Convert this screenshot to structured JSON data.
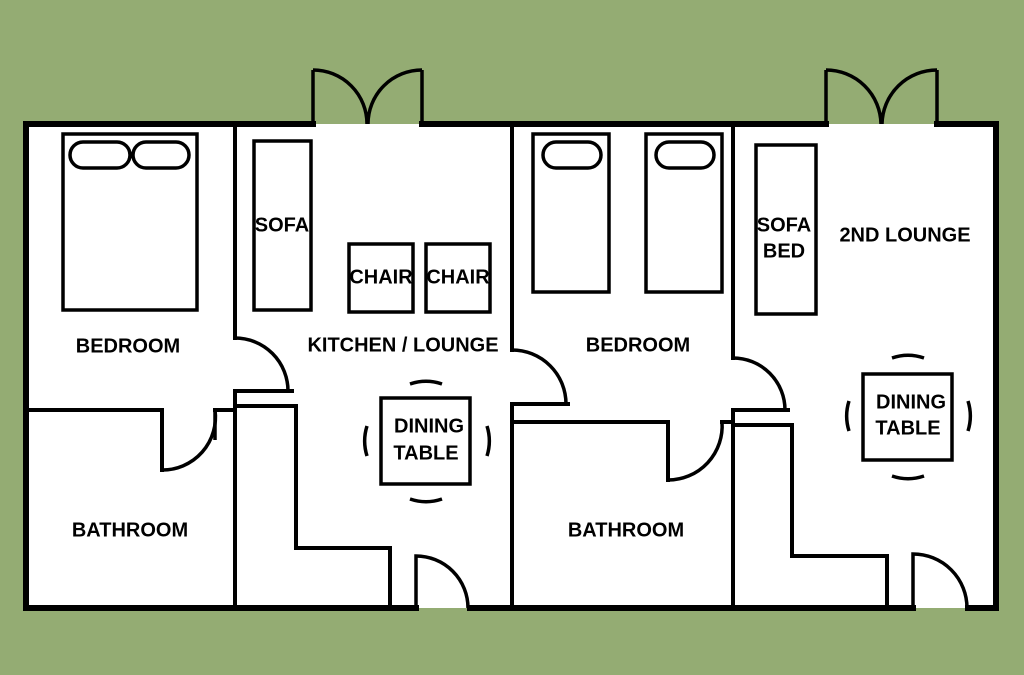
{
  "colors": {
    "background": "#94ac73",
    "floor": "#ffffff",
    "line": "#000000"
  },
  "labels": {
    "bedroom_left": "BEDROOM",
    "bathroom_left": "BATHROOM",
    "sofa": "SOFA",
    "chair_1": "CHAIR",
    "chair_2": "CHAIR",
    "kitchen_lounge": "KITCHEN / LOUNGE",
    "dining_table_1_l1": "DINING",
    "dining_table_1_l2": "TABLE",
    "bedroom_mid": "BEDROOM",
    "bathroom_mid": "BATHROOM",
    "sofa_bed_l1": "SOFA",
    "sofa_bed_l2": "BED",
    "second_lounge": "2ND LOUNGE",
    "dining_table_2_l1": "DINING",
    "dining_table_2_l2": "TABLE"
  }
}
